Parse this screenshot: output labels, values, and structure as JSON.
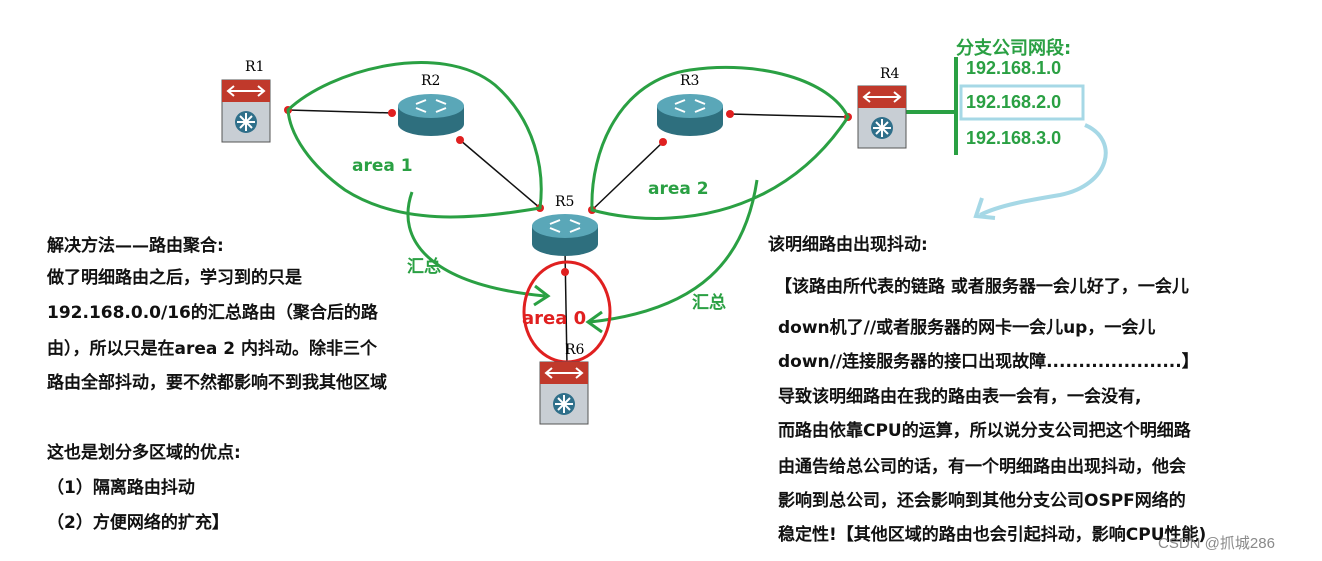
{
  "routers": {
    "r1": "R1",
    "r2": "R2",
    "r3": "R3",
    "r4": "R4",
    "r5": "R5",
    "r6": "R6"
  },
  "areas": {
    "area1": "area 1",
    "area2": "area 2",
    "area0": "area 0"
  },
  "summary_labels": {
    "left": "汇总",
    "right": "汇总"
  },
  "branch": {
    "title": "分支公司网段:",
    "subnets": [
      "192.168.1.0",
      "192.168.2.0",
      "192.168.3.0"
    ]
  },
  "left_notes": {
    "heading": "解决方法——路由聚合:",
    "lines": [
      "做了明细路由之后，学习到的只是",
      "192.168.0.0/16的汇总路由（聚合后的路",
      "由），所以只是在area 2 内抖动。除非三个",
      "路由全部抖动，要不然都影响不到我其他区域"
    ],
    "advantages_heading": "这也是划分多区域的优点:",
    "advantages": [
      "（1）隔离路由抖动",
      "（2）方便网络的扩充】"
    ]
  },
  "right_notes": {
    "heading": "该明细路由出现抖动:",
    "lines": [
      "【该路由所代表的链路 或者服务器一会儿好了，一会儿",
      "down机了//或者服务器的网卡一会儿up，一会儿",
      "down//连接服务器的接口出现故障.....................】",
      "导致该明细路由在我的路由表一会有，一会没有,",
      "而路由依靠CPU的运算，所以说分支公司把这个明细路",
      "由通告给总公司的话，有一个明细路由出现抖动，他会",
      "影响到总公司，还会影响到其他分支公司OSPF网络的",
      "稳定性!【其他区域的路由也会引起抖动，影响CPU性能)"
    ]
  },
  "watermark": "CSDN @抓城286",
  "colors": {
    "green": "#2aa043",
    "red": "#e02020",
    "lightblue": "#a6d8e6",
    "router": "#3d8a9a",
    "switch": "#c0392b"
  }
}
